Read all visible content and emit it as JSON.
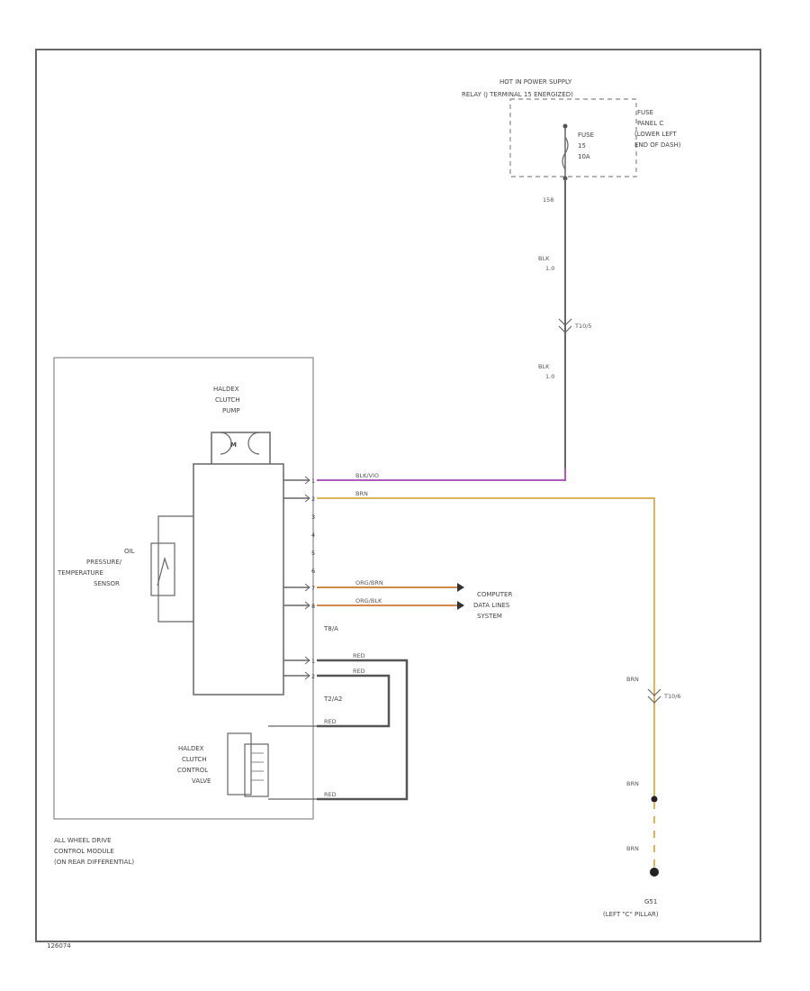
{
  "title": "Wiring Diagram",
  "power_supply": {
    "line1": "HOT IN POWER SUPPLY",
    "line2": "RELAY (J TERMINAL 15 ENERGIZED)",
    "fuse_line1": "FUSE",
    "fuse_line2": "15",
    "fuse_line3": "10A",
    "panel_line1": "FUSE",
    "panel_line2": "PANEL C",
    "panel_line3": "(LOWER LEFT",
    "panel_line4": "END OF DASH)"
  },
  "feed": {
    "pin_label": "158",
    "wire1_color": "BLK",
    "wire1_size": "1.0",
    "splice": "T10/5",
    "wire2_color": "BLK",
    "wire2_size": "1.0"
  },
  "module": {
    "pump_line1": "HALDEX",
    "pump_line2": "CLUTCH",
    "pump_line3": "PUMP",
    "motor_symbol": "M",
    "sensor_line1": "OIL",
    "sensor_line2": "PRESSURE/",
    "sensor_line3": "TEMPERATURE",
    "sensor_line4": "SENSOR",
    "valve_line1": "HALDEX",
    "valve_line2": "CLUTCH",
    "valve_line3": "CONTROL",
    "valve_line4": "VALVE",
    "name_line1": "ALL WHEEL DRIVE",
    "name_line2": "CONTROL MODULE",
    "name_line3": "(ON REAR DIFFERENTIAL)"
  },
  "connector_a": {
    "name": "T8/A",
    "pins": [
      "1",
      "2",
      "3",
      "4",
      "5",
      "6",
      "7",
      "8"
    ]
  },
  "connector_b": {
    "name": "T2/A2",
    "pins": [
      "1",
      "2"
    ]
  },
  "wires": {
    "w1": "BLK/VIO",
    "w2": "BRN",
    "w7": "ORG/BRN",
    "w8": "ORG/BLK",
    "b1": "RED",
    "b2": "RED",
    "v1": "RED",
    "v2": "RED"
  },
  "data_lines": {
    "line1": "COMPUTER",
    "line2": "DATA LINES",
    "line3": "SYSTEM"
  },
  "ground": {
    "wire_top": "BRN",
    "splice": "T10/6",
    "wire_mid": "BRN",
    "wire_bot": "BRN",
    "name": "G51",
    "location": "(LEFT \"C\" PILLAR)"
  },
  "figure_id": "126074",
  "colors": {
    "black_violet": "#b05ac0",
    "brown": "#d9b45a",
    "orange_brown": "#cf8a4a",
    "orange_black": "#cf8a4a",
    "red": "#555555"
  }
}
